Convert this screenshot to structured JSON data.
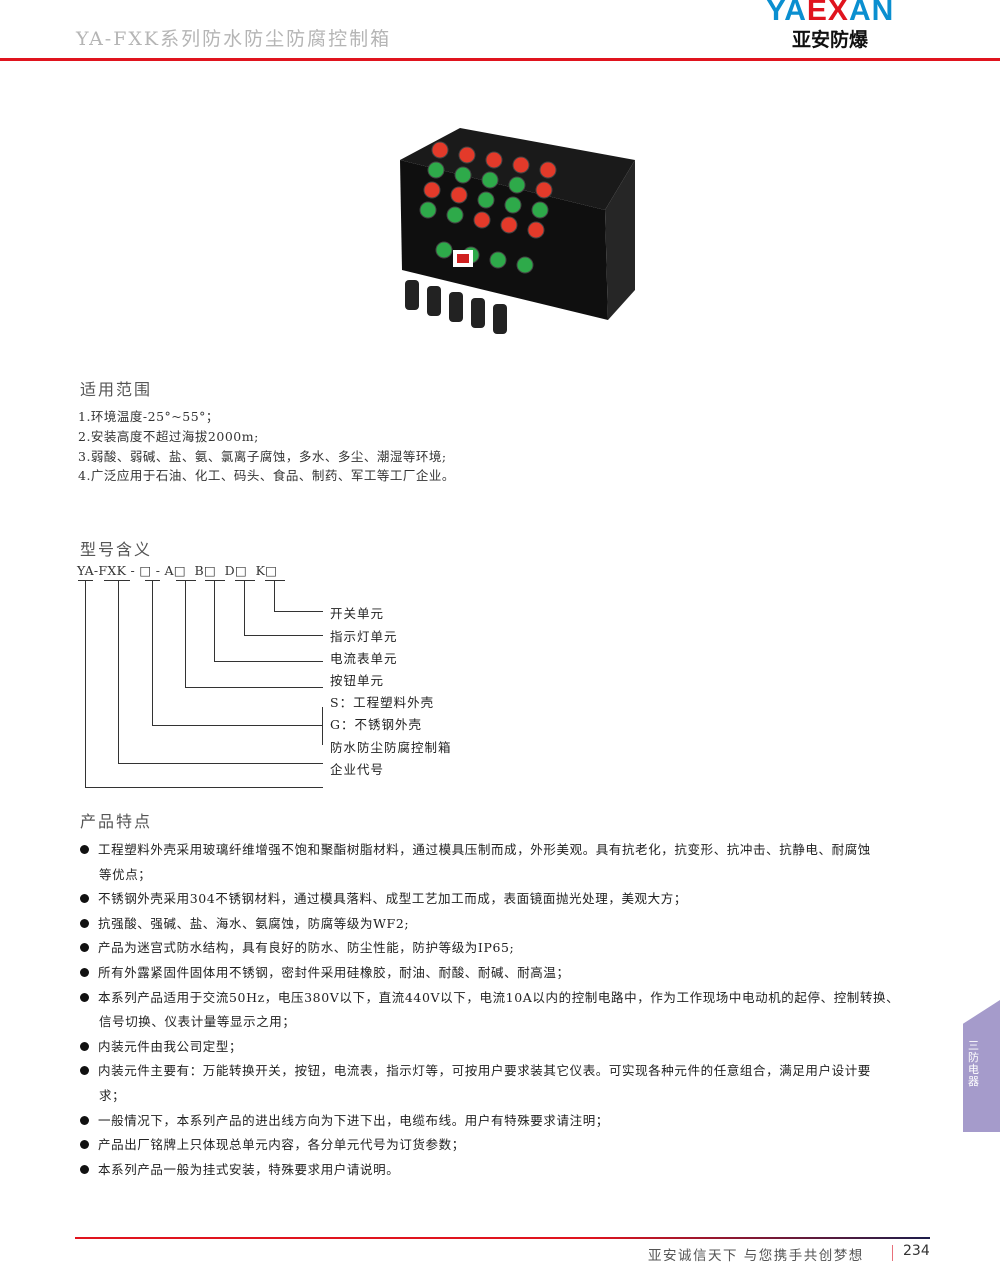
{
  "header": {
    "title": "YA-FXK系列防水防尘防腐控制箱",
    "logo_en_a": "YA",
    "logo_en_b": "EX",
    "logo_en_c": "AN",
    "logo_cn": "亚安防爆"
  },
  "scope": {
    "title": "适用范围",
    "items": [
      "1.环境温度-25°~55°；",
      "2.安装高度不超过海拔2000m;",
      "3.弱酸、弱碱、盐、氨、氯离子腐蚀，多水、多尘、潮湿等环境;",
      "4.广泛应用于石油、化工、码头、食品、制药、军工等工厂企业。"
    ]
  },
  "model": {
    "title": "型号含义",
    "code": "YA-FXK - □ - A□  B□  D□  K□",
    "labels": [
      "开关单元",
      "指示灯单元",
      "电流表单元",
      "按钮单元",
      "S：工程塑料外壳",
      "G：不锈钢外壳",
      "防水防尘防腐控制箱",
      "企业代号"
    ]
  },
  "features": {
    "title": "产品特点",
    "lines": [
      {
        "t": "工程塑料外壳采用玻璃纤维增强不饱和聚酯树脂材料，通过模具压制而成，外形美观。具有抗老化，抗变形、抗冲击、抗静电、耐腐蚀",
        "b": true
      },
      {
        "t": "等优点；",
        "b": false
      },
      {
        "t": "不锈钢外壳采用304不锈钢材料，通过模具落料、成型工艺加工而成，表面镜面抛光处理，美观大方；",
        "b": true
      },
      {
        "t": "抗强酸、强碱、盐、海水、氨腐蚀，防腐等级为WF2;",
        "b": true
      },
      {
        "t": "产品为迷宫式防水结构，具有良好的防水、防尘性能，防护等级为IP65;",
        "b": true
      },
      {
        "t": "所有外露紧固件固体用不锈钢，密封件采用硅橡胶，耐油、耐酸、耐碱、耐高温；",
        "b": true
      },
      {
        "t": "本系列产品适用于交流50Hz，电压380V以下，直流440V以下，电流10A以内的控制电路中，作为工作现场中电动机的起停、控制转换、",
        "b": true
      },
      {
        "t": "信号切换、仪表计量等显示之用；",
        "b": false
      },
      {
        "t": "内装元件由我公司定型；",
        "b": true
      },
      {
        "t": "内装元件主要有：万能转换开关，按钮，电流表，指示灯等，可按用户要求装其它仪表。可实现各种元件的任意组合，满足用户设计要",
        "b": true
      },
      {
        "t": "求；",
        "b": false
      },
      {
        "t": "一般情况下，本系列产品的进出线方向为下进下出，电缆布线。用户有特殊要求请注明；",
        "b": true
      },
      {
        "t": "产品出厂铭牌上只体现总单元内容，各分单元代号为订货参数；",
        "b": true
      },
      {
        "t": "本系列产品一般为挂式安装，特殊要求用户请说明。",
        "b": true
      }
    ]
  },
  "side_tab": "三防电器",
  "footer": {
    "slogan": "亚安诚信天下 与您携手共创梦想",
    "page": "234"
  },
  "colors": {
    "red": "#e0141e",
    "blue": "#0a8fd0",
    "purple": "#a59bcb"
  }
}
